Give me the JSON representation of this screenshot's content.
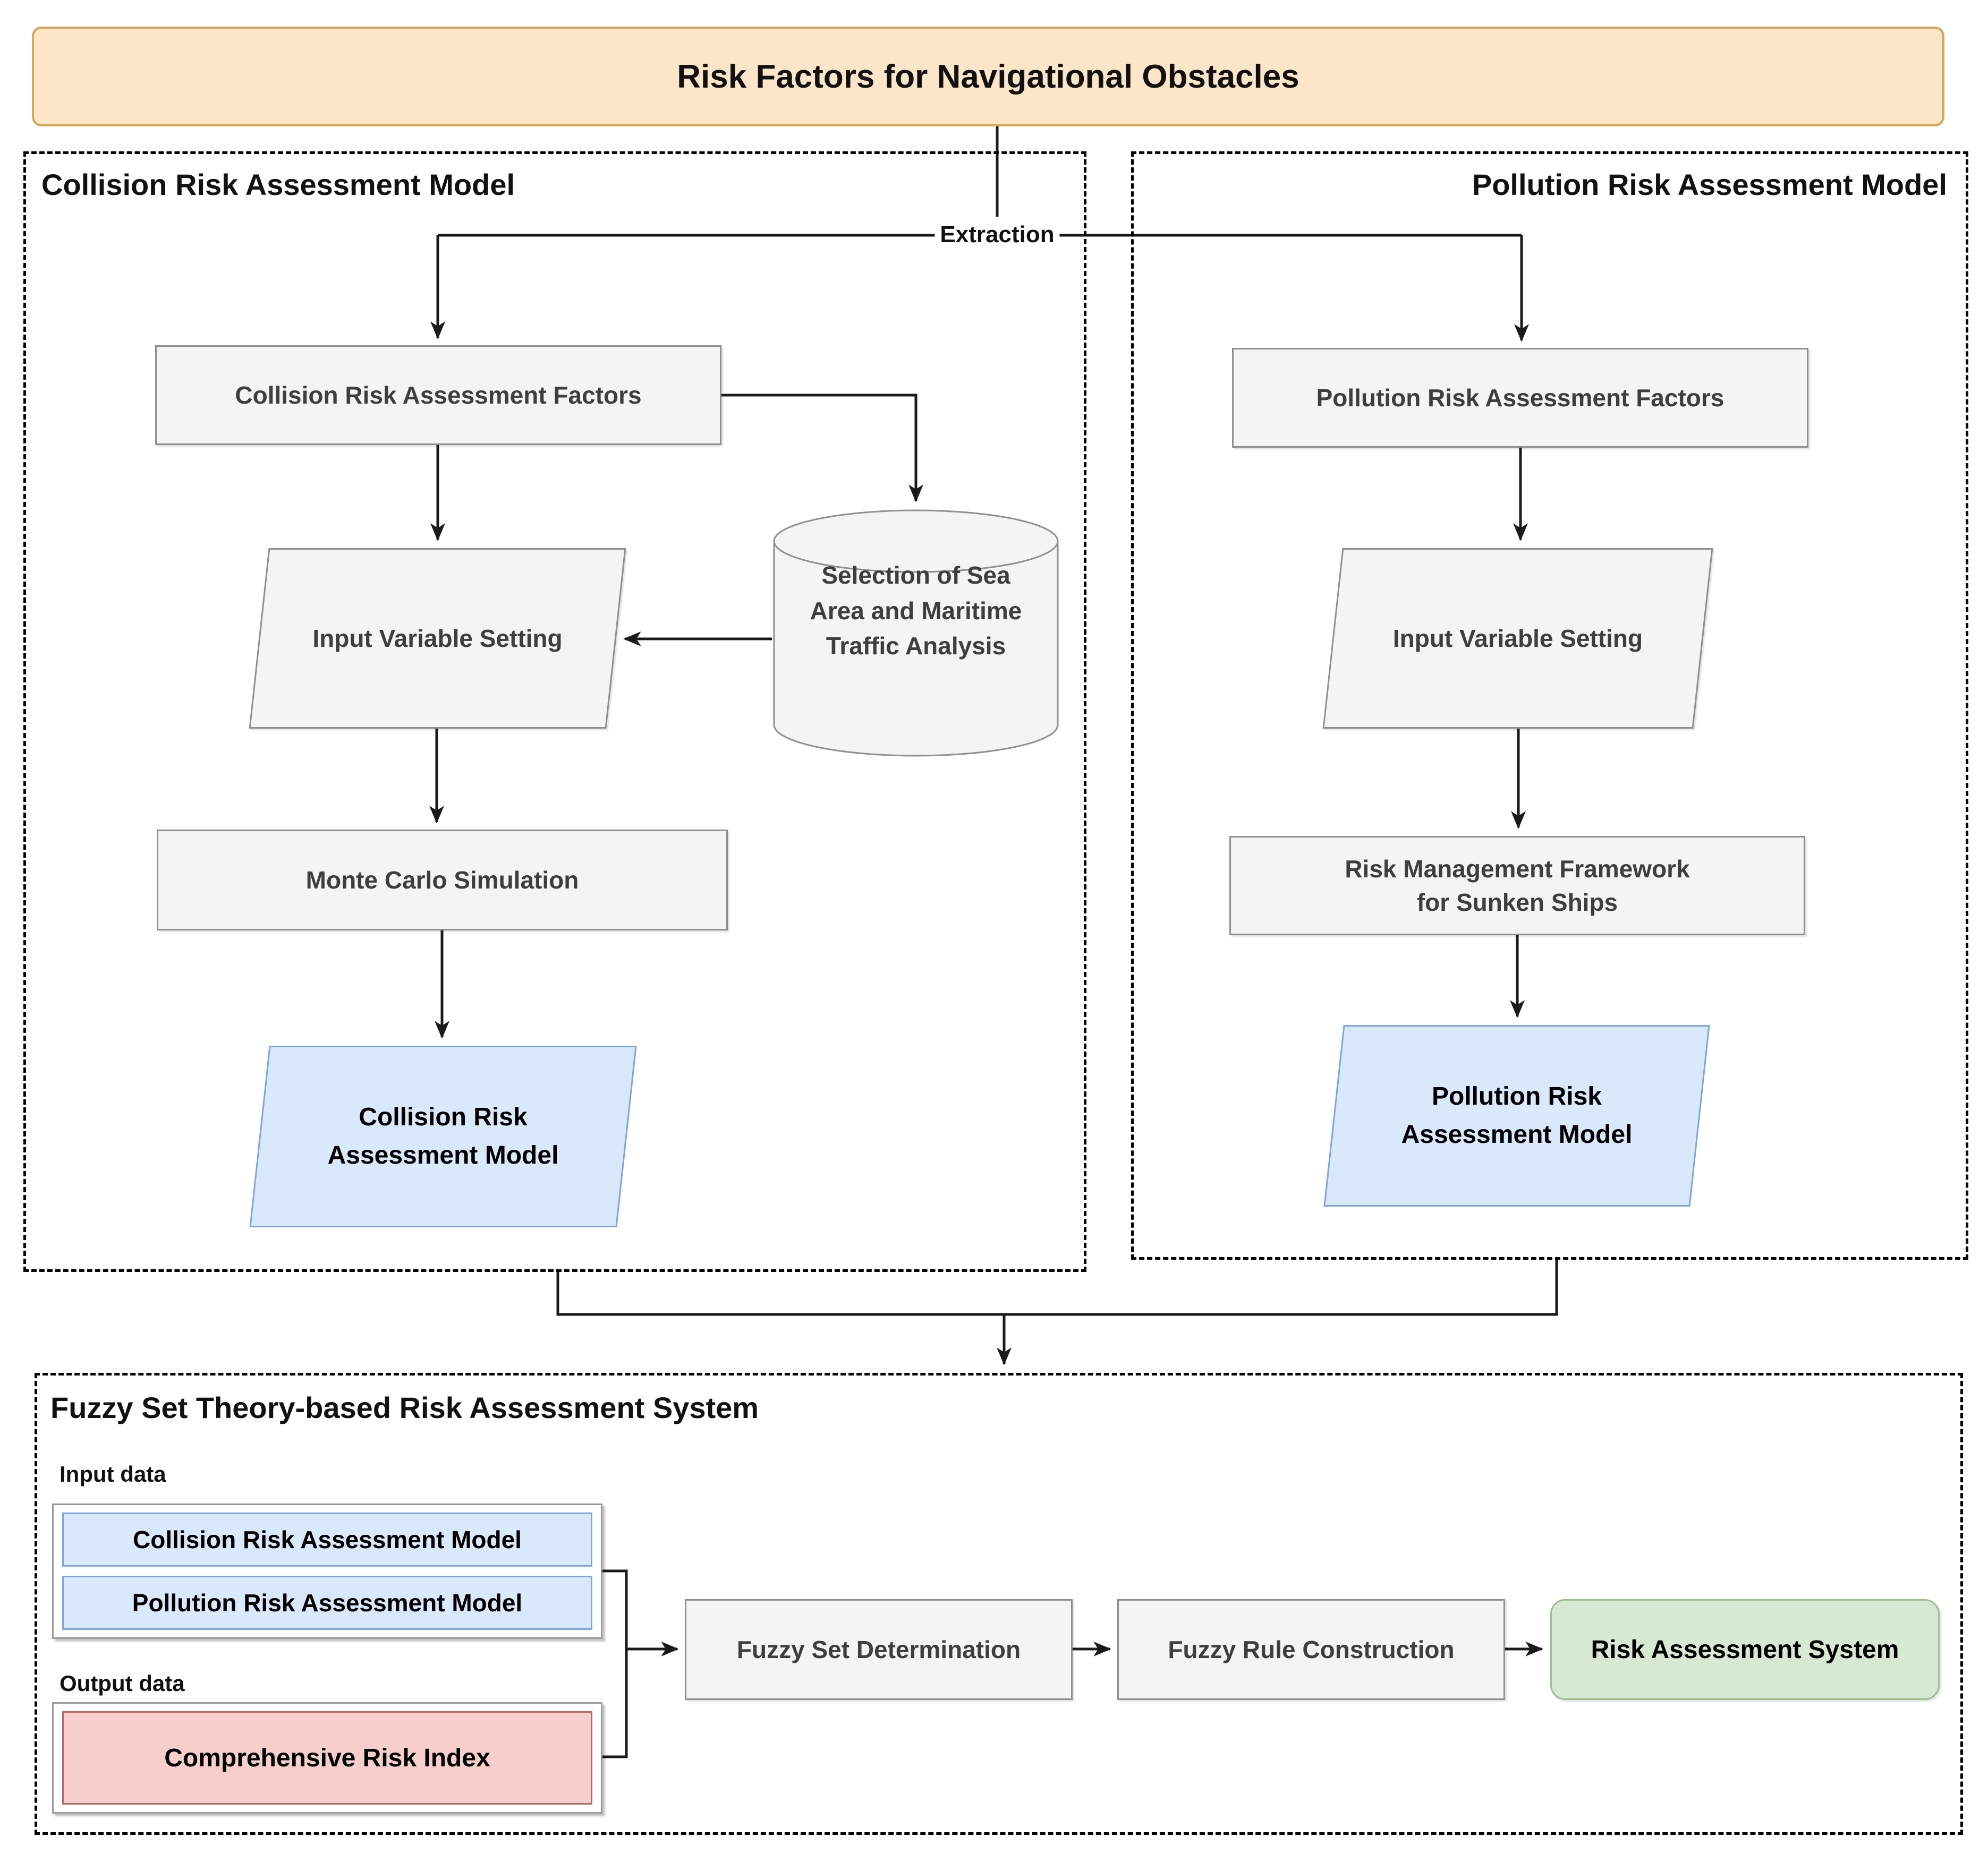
{
  "banner": {
    "title": "Risk Factors for Navigational Obstacles"
  },
  "collision_panel": {
    "title": "Collision Risk Assessment Model",
    "extraction_label": "Extraction",
    "factors": "Collision Risk Assessment Factors",
    "input_variable": "Input Variable Setting",
    "cylinder": {
      "line1": "Selection of Sea",
      "line2": "Area and Maritime",
      "line3": "Traffic Analysis"
    },
    "monte_carlo": "Monte Carlo Simulation",
    "model": {
      "line1": "Collision Risk",
      "line2": "Assessment Model"
    }
  },
  "pollution_panel": {
    "title": "Pollution Risk Assessment Model",
    "factors": "Pollution Risk Assessment Factors",
    "input_variable": "Input Variable Setting",
    "framework": {
      "line1": "Risk Management Framework",
      "line2": "for Sunken Ships"
    },
    "model": {
      "line1": "Pollution Risk",
      "line2": "Assessment Model"
    }
  },
  "fuzzy_panel": {
    "title": "Fuzzy Set Theory-based Risk Assessment System",
    "input_label": "Input data",
    "input_items": [
      "Collision Risk Assessment Model",
      "Pollution Risk Assessment Model"
    ],
    "output_label": "Output data",
    "output_item": "Comprehensive Risk Index",
    "steps": [
      "Fuzzy Set Determination",
      "Fuzzy Rule Construction"
    ],
    "result": "Risk Assessment System"
  },
  "colors": {
    "banner_fill": "#FCE5C9",
    "banner_border": "#D2A756",
    "gray_fill": "#F4F4F4",
    "gray_border": "#8f8f8f",
    "blue_fill": "#DAE8FC",
    "blue_border": "#7EA6D8",
    "pink_fill": "#F6CECB",
    "pink_border": "#BB6663",
    "green_fill": "#D7E8D3",
    "green_border": "#9CBE90",
    "line": "#1a1a1a"
  }
}
